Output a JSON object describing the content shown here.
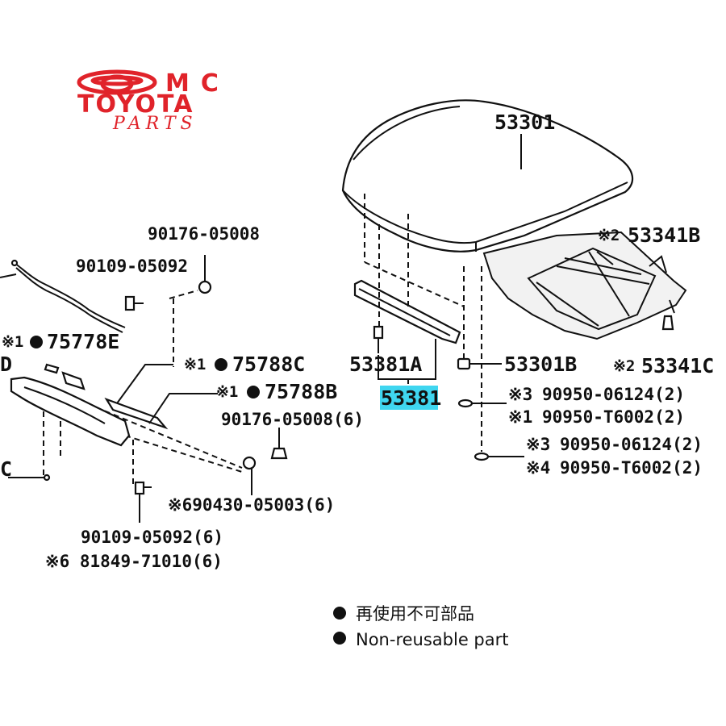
{
  "logo": {
    "line1": "MC",
    "line2": "TOYOTA",
    "line3": "PARTS",
    "color": "#e0232a"
  },
  "labels": {
    "hood": "53301",
    "hood_hinge_b": "53341B",
    "hood_hinge_c": "53341C",
    "hood_hinge_c_prefix": "※2",
    "hood_hinge_b_prefix": "※2",
    "seal_a": "53381A",
    "seal": "53381",
    "cushion_b": "53301B",
    "bolt_top": "90176-05008",
    "clip_top": "90109-05092",
    "seal_e": "75778E",
    "seal_e_prefix": "※1",
    "seal_c": "75788C",
    "seal_c_prefix": "※1",
    "seal_b": "75788B",
    "seal_b_prefix": "※1",
    "bolt6": "90176-05008(6)",
    "nut6": "※690430-05003(6)",
    "clip6": "90109-05092(6)",
    "clip_81849": "※6 81849-71010(6)",
    "left_d": "D",
    "left_c": "C",
    "r1_prefix": "※3",
    "r1": "90950-06124(2)",
    "r2_prefix": "※1",
    "r2": "90950-T6002(2)",
    "r3_prefix": "※3",
    "r3": "90950-06124(2)",
    "r4_prefix": "※4",
    "r4": "90950-T6002(2)"
  },
  "legend": {
    "line_jp": "再使用不可部品",
    "line_en": "Non-reusable part"
  },
  "highlight_color": "#3fd6f0"
}
